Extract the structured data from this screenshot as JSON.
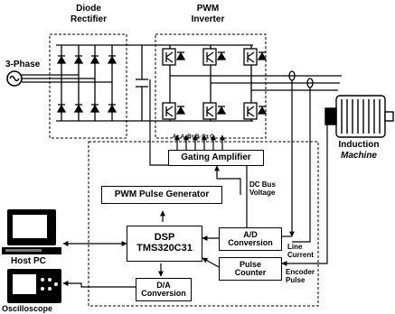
{
  "labels": {
    "diode_rectifier": [
      "Diode",
      "Rectifier"
    ],
    "pwm_inverter": [
      "PWM",
      "Inverter"
    ],
    "three_phase": "3-Phase",
    "induction_machine": [
      "Induction",
      "Machine"
    ],
    "gating_signals": "A+ A- B+ B- C+ C-",
    "dc_bus_voltage": [
      "DC Bus",
      "Voltage"
    ],
    "line_current": [
      "Line",
      "Current"
    ],
    "encoder_pulse": [
      "Encoder",
      "Pulse"
    ],
    "host_pc": "Host PC",
    "oscilloscope": "Oscilloscope"
  },
  "blocks": {
    "gating_amplifier": "Gating Amplifier",
    "pwm_pulse_generator": "PWM Pulse Generator",
    "dsp": [
      "DSP",
      "TMS320C31"
    ],
    "ad_conversion": [
      "A/D",
      "Conversion"
    ],
    "pulse_counter": [
      "Pulse",
      "Counter"
    ],
    "da_conversion": [
      "D/A",
      "Conversion"
    ]
  }
}
